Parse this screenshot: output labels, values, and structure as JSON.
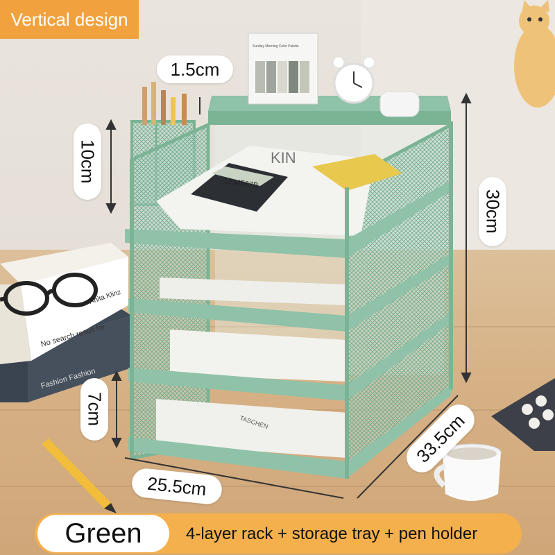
{
  "badge": {
    "label": "Vertical design"
  },
  "dimensions": {
    "pen_gap": "1.5cm",
    "tray_height": "10cm",
    "total_height": "30cm",
    "layer_height": "7cm",
    "width": "25.5cm",
    "depth": "33.5cm"
  },
  "product": {
    "color_name": "Green",
    "bundle": "4-layer rack + storage tray + pen holder"
  },
  "calculator_display": "1234567B",
  "book_text": {
    "top_book": "KIN",
    "book1_spine": "Anita Klinz",
    "book2_a": "No search result for",
    "book2_b": "Fashion Fashion",
    "tray_book": "TASCHEN",
    "calendar_title": "Sunday Morning Color Palette"
  },
  "colors": {
    "accent": "#f1a23f",
    "frame_green": "#8fc2a8",
    "frame_dark": "#6fa88d"
  }
}
